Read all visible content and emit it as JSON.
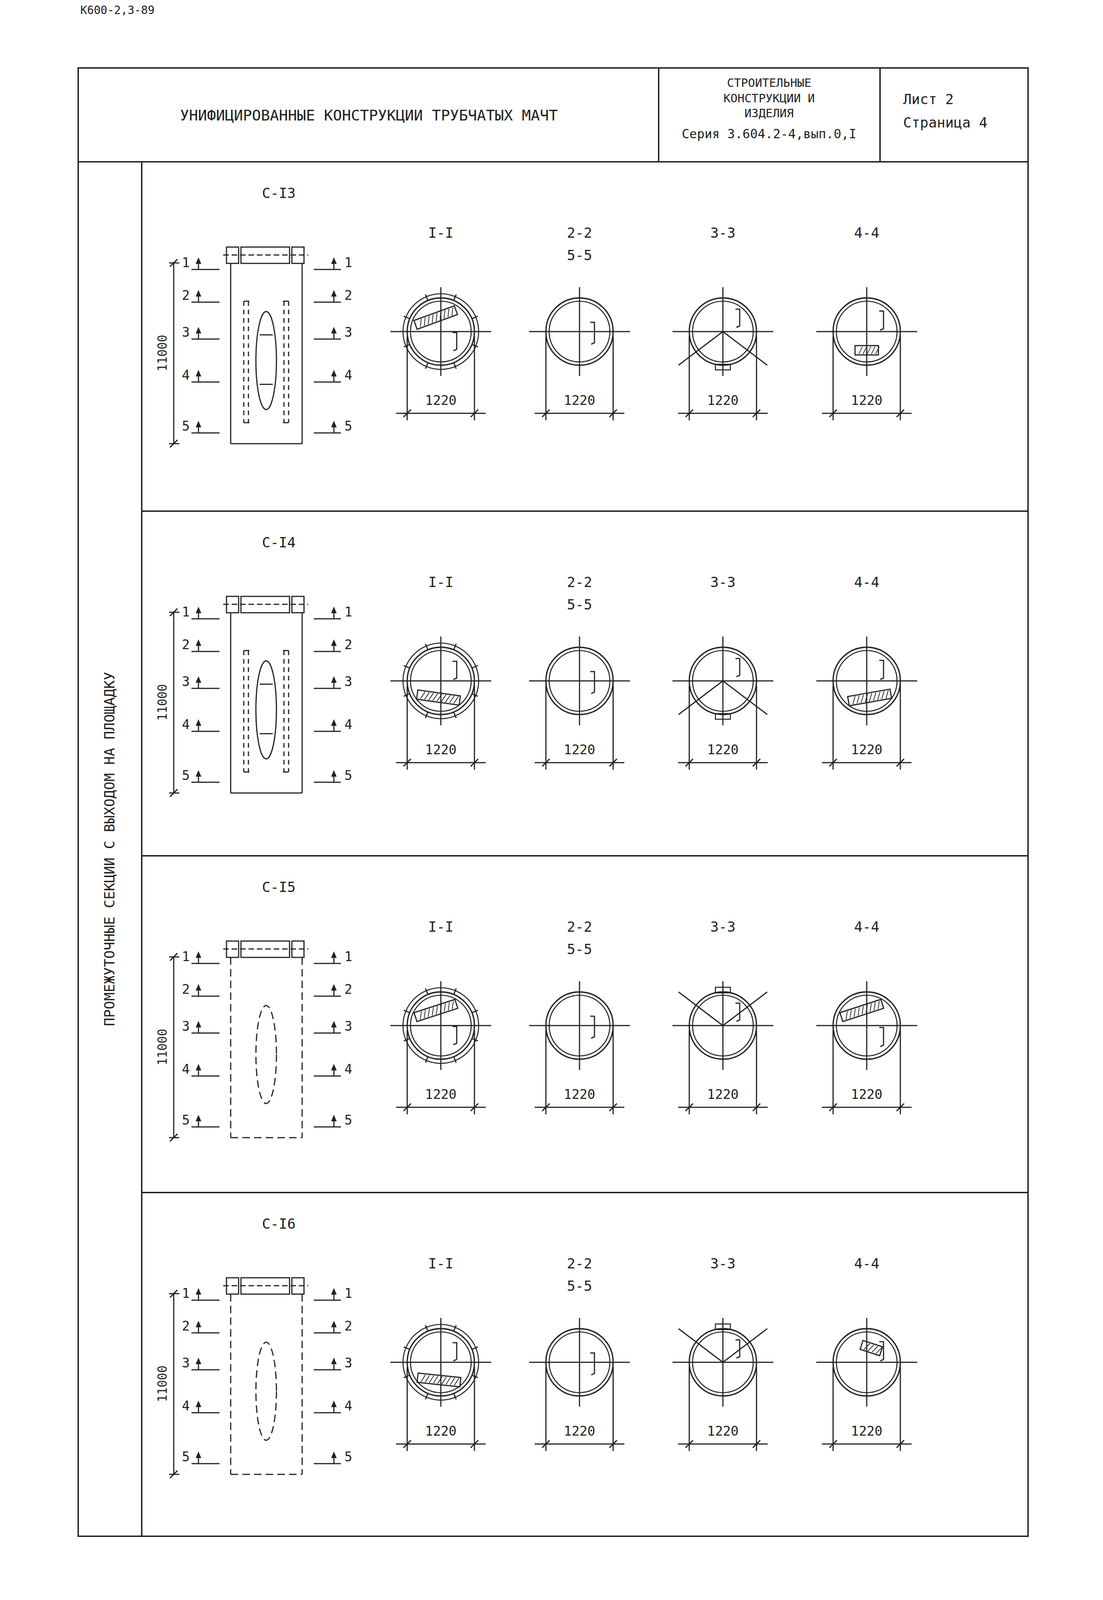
{
  "diagram": {
    "nodes": [
      {
        "text": [
          "УНИФИЦИРОВАННЫЕ КОНСТРУКЦИИ ТРУБЧАТЫХ МАЧТ"
        ]
      },
      {
        "text": [
          "СТРОИТЕЛЬНЫЕ КОНСТРУКЦИИ И ИЗДЕЛИЯ",
          "Серия 3.604.2-4,вып.0,I"
        ]
      },
      {
        "text": [
          "Лист 2",
          "Страница 4"
        ]
      },
      {
        "text": [
          "ПРОМЕЖУТОЧНЫЕ СЕКЦИИ С ВЫХОДОМ НА ПЛОЩАДКУ"
        ]
      },
      {
        "text": [
          "С-I3"
        ]
      },
      {
        "text": [
          "С-I4"
        ]
      },
      {
        "text": [
          "С-I5"
        ]
      },
      {
        "text": [
          "С-I6"
        ]
      }
    ],
    "labels": [
      "К600-2,3-89",
      "1",
      "1",
      "2",
      "2",
      "3",
      "3",
      "4",
      "4",
      "5",
      "5",
      "11000",
      "I-I",
      "2-2",
      "5-5",
      "3-3",
      "4-4",
      "1220",
      "1220",
      "1220",
      "1220",
      "1",
      "1",
      "2",
      "2",
      "3",
      "3",
      "4",
      "4",
      "5",
      "5",
      "11000",
      "I-I",
      "2-2",
      "5-5",
      "3-3",
      "4-4",
      "1220",
      "1220",
      "1220",
      "1220",
      "1",
      "1",
      "2",
      "2",
      "3",
      "3",
      "4",
      "4",
      "5",
      "5",
      "11000",
      "I-I",
      "2-2",
      "5-5",
      "3-3",
      "4-4",
      "1220",
      "1220",
      "1220",
      "1220",
      "1",
      "1",
      "2",
      "2",
      "3",
      "3",
      "4",
      "4",
      "5",
      "5",
      "11000",
      "I-I",
      "2-2",
      "5-5",
      "3-3",
      "4-4",
      "1220",
      "1220",
      "1220",
      "1220"
    ]
  }
}
